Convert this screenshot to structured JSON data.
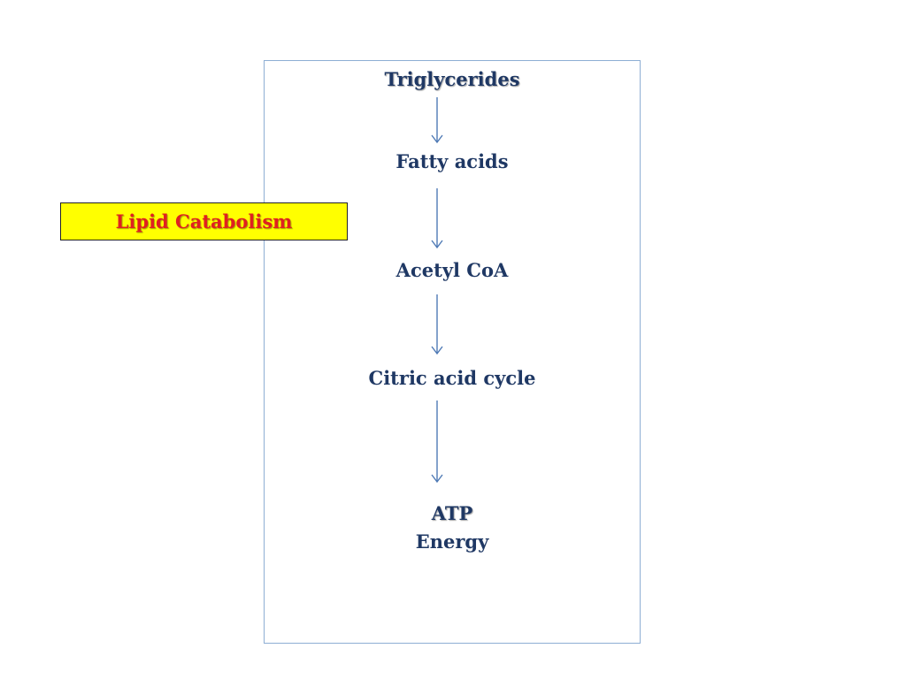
{
  "side_label": {
    "text": "Lipid Catabolism",
    "background_color": "#ffff00",
    "text_color": "#e02020"
  },
  "flow": {
    "box_border_color": "#8eaed4",
    "text_color": "#1f3864",
    "arrow_color": "#4f7ab5",
    "steps": [
      {
        "text": "Triglycerides"
      },
      {
        "text": "Fatty acids"
      },
      {
        "text": "Acetyl CoA"
      },
      {
        "text": "Citric acid cycle"
      },
      {
        "text": "ATP",
        "subtext": "Energy"
      }
    ]
  }
}
